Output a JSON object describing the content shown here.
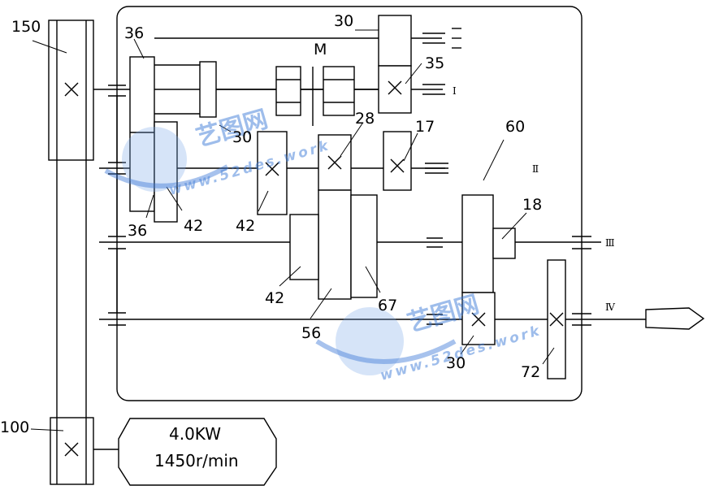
{
  "labels": {
    "pulley_top": "150",
    "pulley_bottom": "100",
    "g36_top": "36",
    "g36_bottom": "36",
    "g42_a": "42",
    "g42_b": "42",
    "g42_c": "42",
    "g30_top": "30",
    "g30_mid": "30",
    "g30_bottom": "30",
    "g35": "35",
    "g28": "28",
    "g17": "17",
    "g60": "60",
    "g18": "18",
    "g67": "67",
    "g56": "56",
    "g72": "72",
    "clutch_m": "M"
  },
  "shafts": {
    "I": "I",
    "II": "Ⅱ",
    "III": "Ⅲ",
    "IV": "Ⅳ"
  },
  "motor": {
    "power": "4.0KW",
    "speed": "1450r/min"
  },
  "watermarks": [
    {
      "cn": "艺图网",
      "url": "www.52des.work"
    },
    {
      "cn": "艺图网",
      "url": "www.52des.work"
    }
  ]
}
